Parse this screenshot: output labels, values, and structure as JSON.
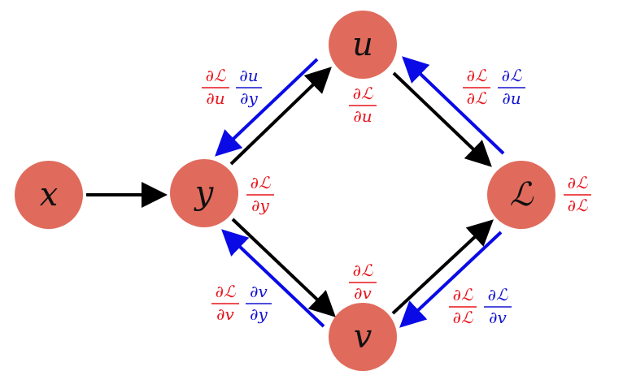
{
  "nodes": {
    "x": {
      "label": "x"
    },
    "y": {
      "label": "y"
    },
    "u": {
      "label": "u"
    },
    "v": {
      "label": "v"
    },
    "L": {
      "label": "ℒ"
    }
  },
  "colors": {
    "node_fill": "#e06b5c",
    "forward_arrow": "#000000",
    "backward_arrow": "#0a0ae6",
    "grad_red": "#e8141c",
    "grad_blue": "#1414d2"
  },
  "gradients": {
    "at_u": {
      "num": "∂ℒ",
      "den": "∂u"
    },
    "at_y": {
      "num": "∂ℒ",
      "den": "∂y"
    },
    "at_v": {
      "num": "∂ℒ",
      "den": "∂v"
    },
    "at_L": {
      "num": "∂ℒ",
      "den": "∂ℒ"
    },
    "edge_yu": {
      "red_num": "∂ℒ",
      "red_den": "∂u",
      "blue_num": "∂u",
      "blue_den": "∂y"
    },
    "edge_uL": {
      "red_num": "∂ℒ",
      "red_den": "∂ℒ",
      "blue_num": "∂ℒ",
      "blue_den": "∂u"
    },
    "edge_yv": {
      "red_num": "∂ℒ",
      "red_den": "∂v",
      "blue_num": "∂v",
      "blue_den": "∂y"
    },
    "edge_vL": {
      "red_num": "∂ℒ",
      "red_den": "∂ℒ",
      "blue_num": "∂ℒ",
      "blue_den": "∂v"
    }
  }
}
